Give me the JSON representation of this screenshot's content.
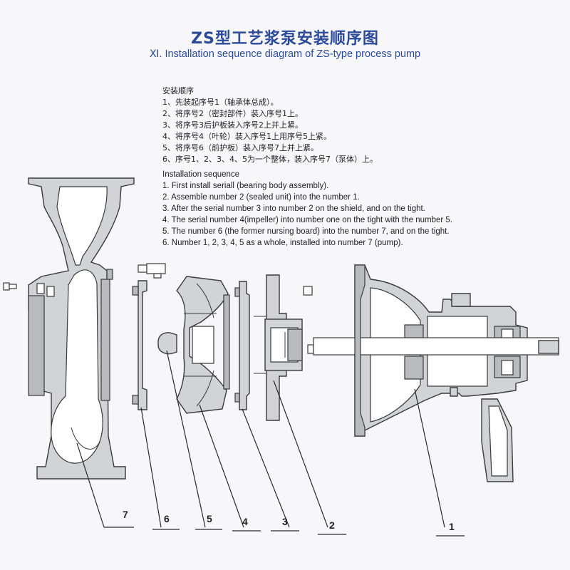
{
  "title_zh": "ZS型工艺浆泵安装顺序图",
  "title_en": "Ⅺ. Installation sequence diagram of ZS-type process pump",
  "steps_zh": {
    "heading": "安装顺序",
    "items": [
      "1、先装起序号1（轴承体总成）。",
      "2、将序号2（密封部件）装入序号1上。",
      "3、将序号3后护板装入序号2上并上紧。",
      "4、将序号4（叶轮）装入序号1上用序号5上紧。",
      "5、将序号6（前护板）装入序号7上并上紧。",
      "6、序号1、2、3、4、5为一个整体，装入序号7（泵体）上。"
    ]
  },
  "steps_en": {
    "heading": "Installation sequence",
    "items": [
      "1. First install seriall (bearing body assembly).",
      "2. Assemble number 2 (sealed unit) into the number 1.",
      "3. After the serial number 3 into number 2 on the shield, and on the tight.",
      "4. The serial number 4(impeller) into number one on the tight with the number 5.",
      "5. The number 6 (the former nursing board) into the number 7, and on the tight.",
      "6. Number 1, 2, 3, 4, 5 as a whole, installed into number 7 (pump)."
    ]
  },
  "callouts": {
    "c7": "7",
    "c6": "6",
    "c5": "5",
    "c4": "4",
    "c3": "3",
    "c2": "2",
    "c1": "1"
  }
}
